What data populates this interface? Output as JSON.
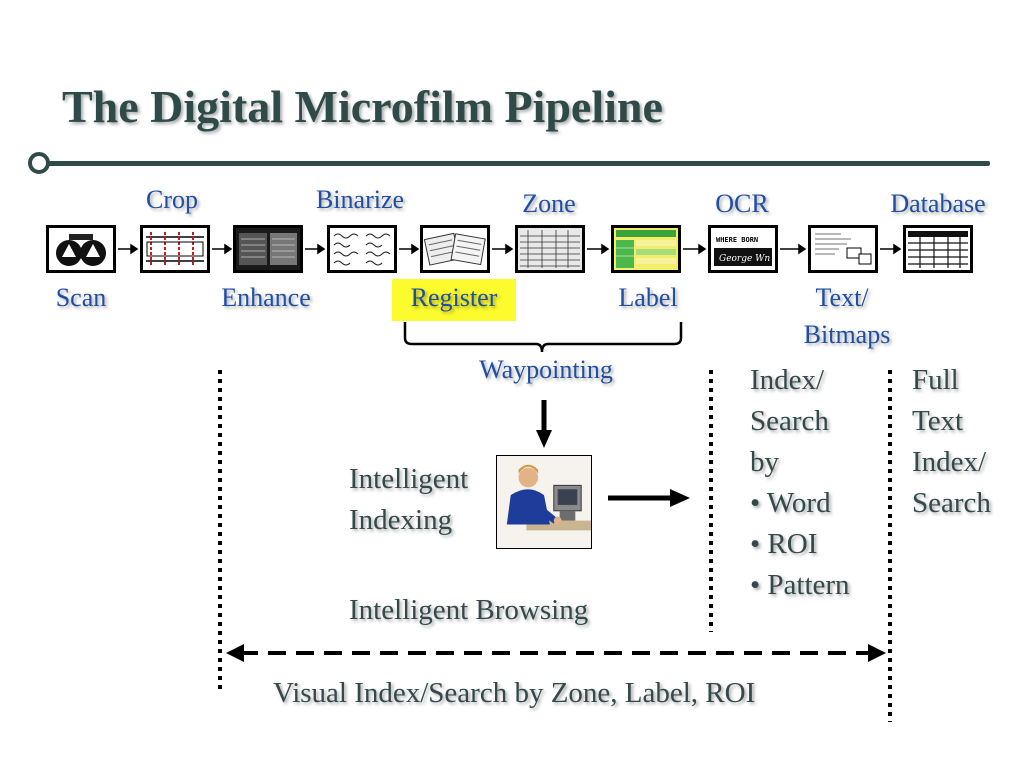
{
  "slide": {
    "title": "The Digital Microfilm Pipeline"
  },
  "pipeline": {
    "top_labels": {
      "crop": "Crop",
      "binarize": "Binarize",
      "zone": "Zone",
      "ocr": "OCR",
      "database": "Database"
    },
    "bottom_labels": {
      "scan": "Scan",
      "enhance": "Enhance",
      "register": "Register",
      "label": "Label",
      "text_bitmaps_line1": "Text/",
      "text_bitmaps_line2": "Bitmaps"
    },
    "highlight_color": "#fbfb2d"
  },
  "waypointing": "Waypointing",
  "intelligent_indexing": {
    "line1": "Intelligent",
    "line2": "Indexing"
  },
  "intelligent_browsing": "Intelligent Browsing",
  "index_search": {
    "lines": [
      "Index/",
      "Search",
      "by",
      "• Word",
      "• ROI",
      "• Pattern"
    ]
  },
  "full_text": {
    "lines": [
      "Full",
      "Text",
      "Index/",
      "Search"
    ]
  },
  "visual_index": "Visual Index/Search by Zone, Label, ROI",
  "colors": {
    "title": "#2e4b4a",
    "stage_labels": "#1f4ea3",
    "body_text": "#33494a"
  },
  "icons": [
    "film-reel-icon",
    "worker-at-computer-icon"
  ]
}
